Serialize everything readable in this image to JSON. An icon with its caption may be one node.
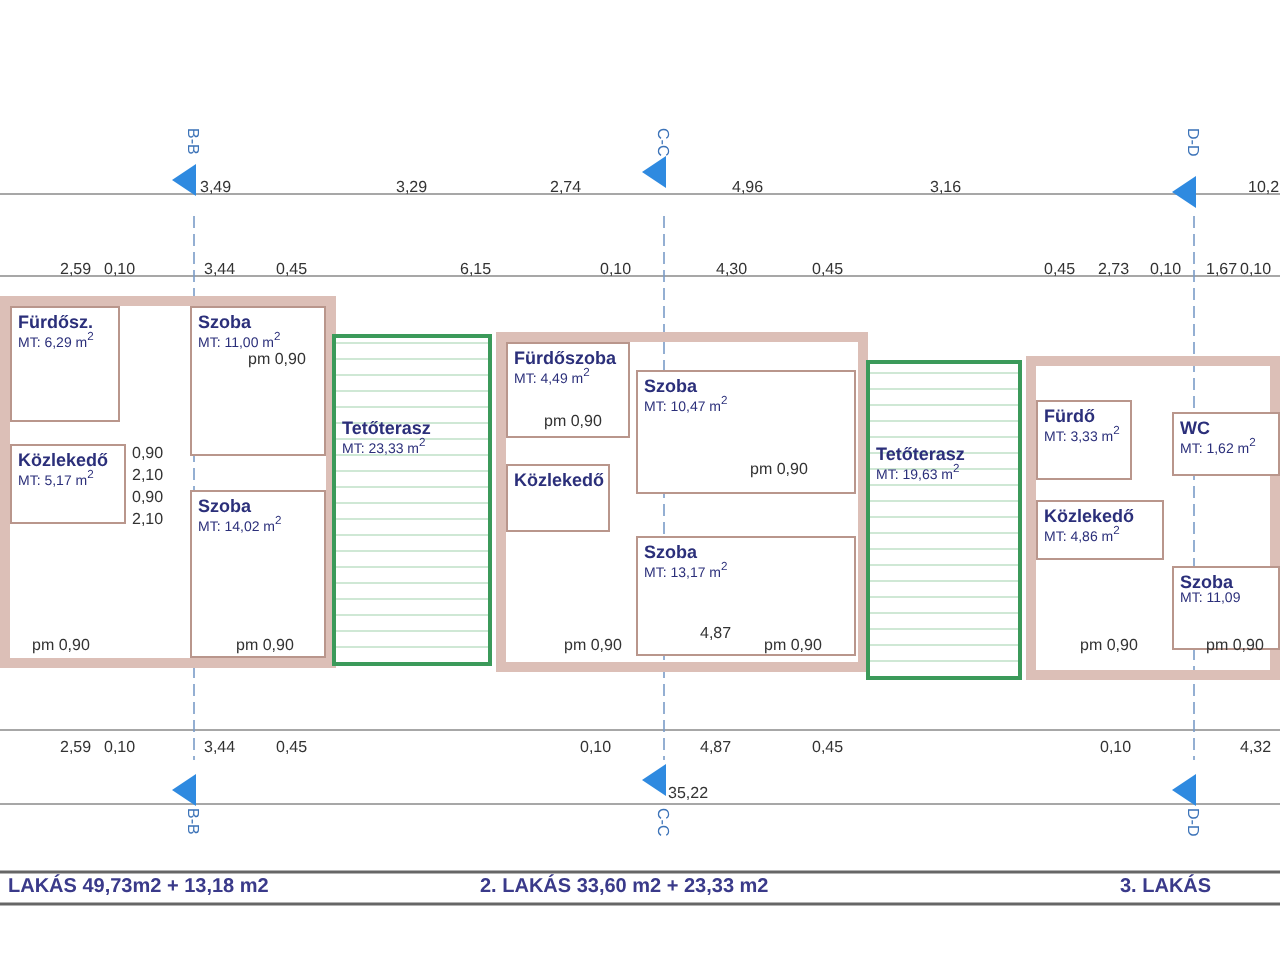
{
  "diagram": {
    "nodes": [
      {
        "text": [
          "Fürdősz.",
          "MT: 6,29 m$^{2}$"
        ]
      },
      {
        "text": [
          "Szoba",
          "MT: 11,00 m$^{2}$"
        ]
      },
      {
        "text": [
          "Közlekedő",
          "MT: 5,17 m$^{2}$"
        ]
      },
      {
        "text": [
          "Szoba",
          "MT: 14,02 m$^{2}$"
        ]
      },
      {
        "text": [
          "Tetőterasz",
          "MT: 23,33 m$^{2}$"
        ]
      },
      {
        "text": [
          "Fürdőszoba",
          "MT: 4,49 m$^{2}$"
        ]
      },
      {
        "text": [
          "Szoba",
          "MT: 10,47 m$^{2}$"
        ]
      },
      {
        "text": [
          "Közlekedő"
        ]
      },
      {
        "text": [
          "Szoba",
          "MT: 13,17 m$^{2}$"
        ]
      },
      {
        "text": [
          "Tetőterasz",
          "MT: 19,63 m$^{2}$"
        ]
      },
      {
        "text": [
          "Fürdő",
          "MT: 3,33 m$^{2}$"
        ]
      },
      {
        "text": [
          "WC",
          "MT: 1,62 m$^{2}$"
        ]
      },
      {
        "text": [
          "Közlekedő",
          "MT: 4,86 m$^{2}$"
        ]
      },
      {
        "text": [
          "Szoba",
          "MT: 11,09"
        ]
      }
    ],
    "edges": [],
    "labels": [
      "B-B",
      "C-C",
      "D-D",
      "3,49",
      "3,29",
      "2,74",
      "4,96",
      "3,16",
      "10,2",
      "2,59",
      "0,10",
      "3,44",
      "0,45",
      "6,15",
      "0,10",
      "4,30",
      "0,45",
      "0,45",
      "2,73",
      "0,10",
      "1,67",
      "0,10",
      "pm 0,90",
      "pm 0,90",
      "pm 0,90",
      "0,90",
      "2,10",
      "0,90",
      "2,10",
      "pm 0,90",
      "pm 0,90",
      "4,87",
      "pm 0,90",
      "pm 0,90",
      "pm 0,90",
      "pm 0,90",
      "2,59",
      "0,10",
      "3,44",
      "0,45",
      "0,10",
      "4,87",
      "0,45",
      "0,10",
      "4,32",
      "35,22",
      "B-B",
      "C-C",
      "D-D",
      "LAKÁS 49,73m2 + 13,18 m2",
      "2. LAKÁS 33,60 m2 + 23,33 m2",
      "3. LAKÁS"
    ]
  }
}
